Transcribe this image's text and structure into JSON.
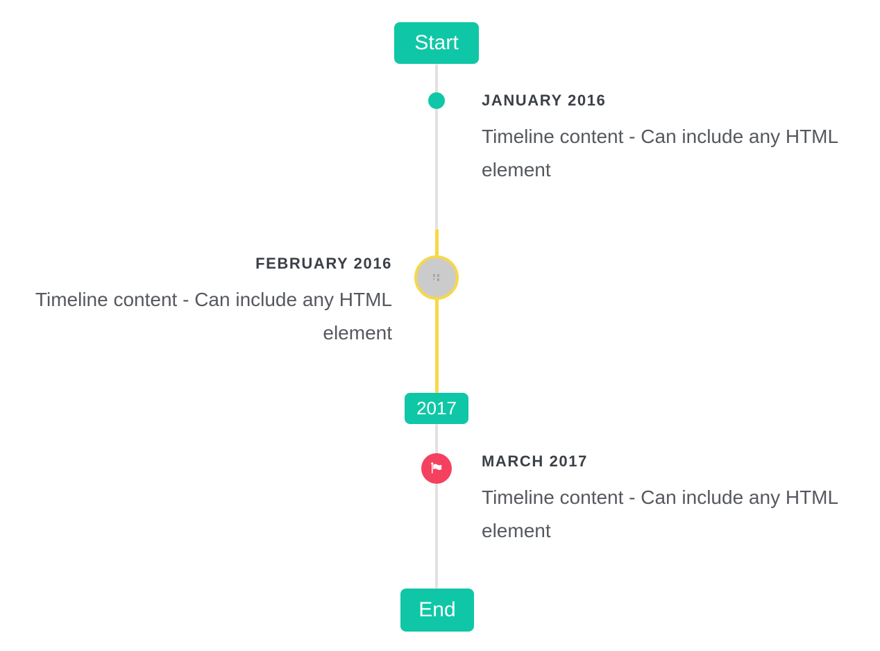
{
  "timeline": {
    "start_label": "Start",
    "end_label": "End",
    "year_marker": "2017",
    "items": [
      {
        "date": "JANUARY 2016",
        "content": "Timeline content - Can include any HTML element",
        "side": "right",
        "node": "teal-dot"
      },
      {
        "date": "FEBRUARY 2016",
        "content": "Timeline content - Can include any HTML element",
        "side": "left",
        "node": "image-circle-yellow-ring"
      },
      {
        "date": "MARCH 2017",
        "content": "Timeline content - Can include any HTML element",
        "side": "right",
        "node": "red-flag-circle"
      }
    ],
    "colors": {
      "accent_teal": "#0fc7a6",
      "highlight_yellow": "#f8d84b",
      "flag_red": "#f4415f",
      "line_gray": "#e1e1e1",
      "image_node_fill": "#cbcbcb",
      "date_text": "#3b3f46",
      "content_text": "#55585e"
    }
  }
}
